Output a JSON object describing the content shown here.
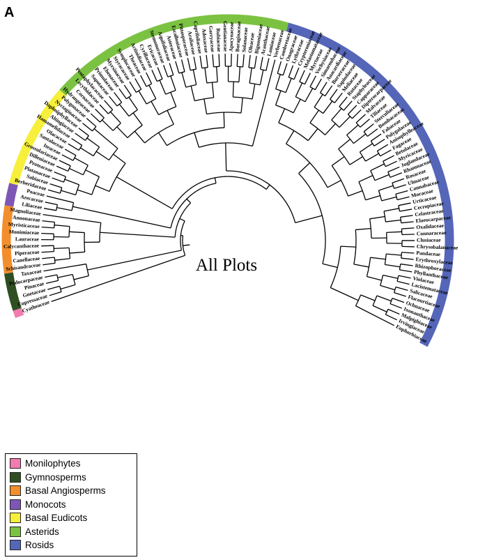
{
  "panel_label": "A",
  "center_label": "All Plots",
  "groups": [
    {
      "name": "Monilophytes",
      "color": "#f27bb0"
    },
    {
      "name": "Gymnosperms",
      "color": "#2f4f23"
    },
    {
      "name": "Basal Angiosperms",
      "color": "#f28e2b"
    },
    {
      "name": "Monocots",
      "color": "#7e57b6"
    },
    {
      "name": "Basal Eudicots",
      "color": "#f6ef3c"
    },
    {
      "name": "Asterids",
      "color": "#7cc242"
    },
    {
      "name": "Rosids",
      "color": "#5566b8"
    }
  ],
  "taxa": [
    "Cyatheaceae",
    "Cupressaceae",
    "Gnetaceae",
    "Pinaceae",
    "Podocarpaceae",
    "Taxaceae",
    "Schisandraceae",
    "Canellaceae",
    "Piperaceae",
    "Calycanthaceae",
    "Lauraceae",
    "Monimiaceae",
    "Myristicaceae",
    "Annonaceae",
    "Magnoliaceae",
    "Liliaceae",
    "Arecaceae",
    "Poaceae",
    "Berberidaceae",
    "Sabiaceae",
    "Platanaceae",
    "Proteaceae",
    "Dilleniaceae",
    "Grossulariaceae",
    "Iteaceae",
    "Santalaceae",
    "Olacaceae",
    "Hamamelidaceae",
    "Altingiaceae",
    "Daphniphyllaceae",
    "Nyctaginaceae",
    "Polygonaceae",
    "Hydrangeaceae",
    "Cornaceae",
    "Lecythidaceae",
    "Pentaphylacaceae",
    "Sapotaceae",
    "Primulaceae",
    "Ebenaceae",
    "Myrsinaceae",
    "Styracaceae",
    "Symplocaceae",
    "Theaceae",
    "Actinidiaceae",
    "Cyrillaceae",
    "Ericaceae",
    "Stemonuraceae",
    "Aquifoliaceae",
    "Asteraceae",
    "Escalloniaceae",
    "Pittosporaceae",
    "Araliaceae",
    "Caprifoliaceae",
    "Adoxaceae",
    "Garryaceae",
    "Rubiaceae",
    "Gentianaceae",
    "Apocynaceae",
    "Boraginaceae",
    "Solanaceae",
    "Oleaceae",
    "Bignoniaceae",
    "Acanthaceae",
    "Lamiaceae",
    "Verbenaceae",
    "Combretaceae",
    "Onagraceae",
    "Lythraceae",
    "Crypteroniaceae",
    "Melastomataceae",
    "Myrtaceae",
    "Vochysiaceae",
    "Simaroubaceae",
    "Anacardiaceae",
    "Burseraceae",
    "Sapindaceae",
    "Meliaceae",
    "Rutaceae",
    "Staphyleaceae",
    "Capparaceae",
    "Dipterocarpaceae",
    "Malvaceae",
    "Tiliaceae",
    "Sterculiaceae",
    "Bombacaceae",
    "Fabaceae",
    "Polygalaceae",
    "Anisophylleaceae",
    "Fagaceae",
    "Betulaceae",
    "Myricaceae",
    "Juglandaceae",
    "Rhamnaceae",
    "Rosaceae",
    "Ulmaceae",
    "Cannabaceae",
    "Moraceae",
    "Urticaceae",
    "Cecropiaceae",
    "Celastraceae",
    "Elaeocarpaceae",
    "Oxalidaceae",
    "Connaraceae",
    "Clusiaceae",
    "Chrysobalanaceae",
    "Pandaceae",
    "Erythroxylaceae",
    "Rhizophoraceae",
    "Phyllanthaceae",
    "Violaceae",
    "Lacistemataceae",
    "Salicaceae",
    "Flacourtiaceae",
    "Ochnaceae",
    "Ixonanthaceae",
    "Malpighiaceae",
    "Irvingiaceae",
    "Euphorbiaceae"
  ],
  "group_counts": [
    1,
    5,
    9,
    3,
    14,
    33,
    53
  ]
}
